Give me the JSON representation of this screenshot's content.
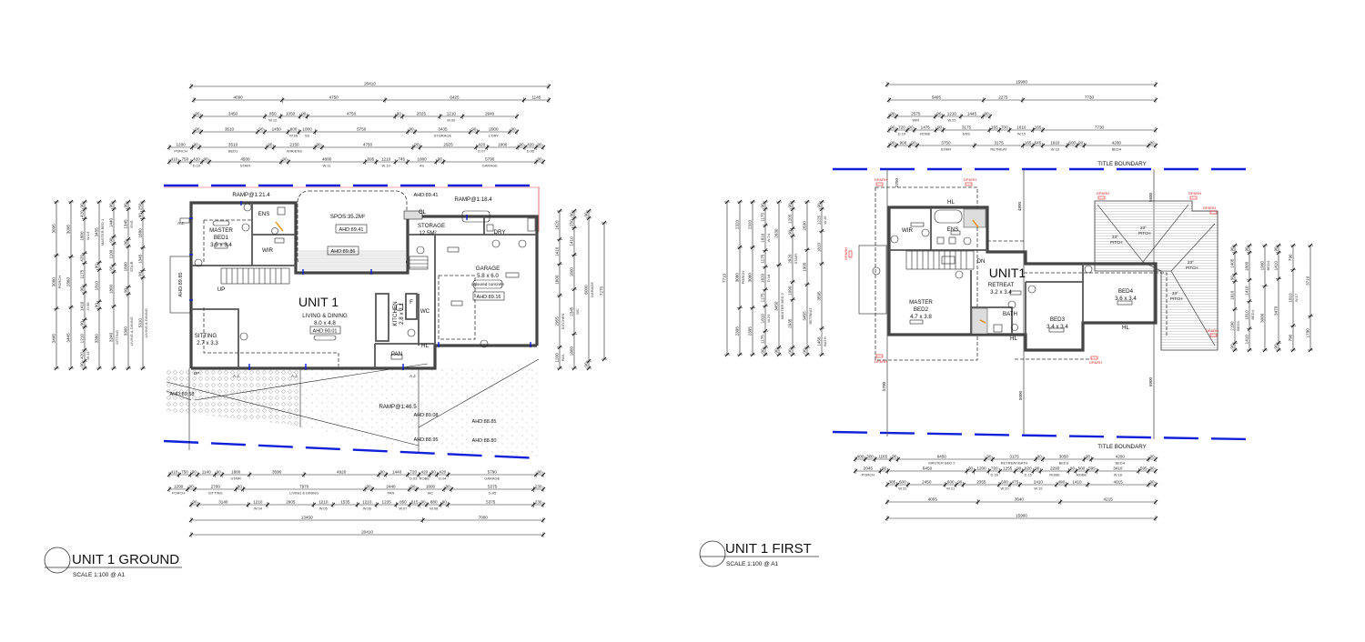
{
  "colors": {
    "boundary": "#1020d8",
    "downpipe": "#e02020",
    "wall": "#444444",
    "arrow": "#f08c00"
  },
  "ground": {
    "title": "UNIT 1 GROUND",
    "scale": "SCALE 1:100 @ A1",
    "unit_label": "UNIT 1",
    "rooms": {
      "master_bed": "MASTER",
      "master_bed2": "BED1",
      "master_bed_size": "3.5 x 3.4",
      "ens": "ENS",
      "wir": "WIR",
      "spos": "SPOS:35.2M²",
      "spos_ahd": "AHD:89.41",
      "spos_ahd2": "AHD:89.86",
      "ramp1": "RAMP@1:21.4",
      "ramp2": "RAMP@1:18.4",
      "ramp3": "RAMP@1:46.5",
      "ahd_top_right": "AHD:89.41",
      "storage": "STORAGE",
      "storage_area": "12.5M²",
      "dry": "DRY",
      "cl": "CL",
      "garage": "GARAGE",
      "garage_size": "5.8 x 6.0",
      "garage_floor": "coloured concrete",
      "garage_ahd": "AHD:89.16",
      "living": "LIVING & DINING",
      "living_size": "8.0 x 4.8",
      "living_ahd": "AHD:90.01",
      "kitchen": "KITCHEN",
      "kitchen_size": "2.8 x 3.1",
      "fridge": "F",
      "wc": "WC",
      "pan": "PAN",
      "hl": "HL",
      "sitting": "SITTING",
      "sitting_size": "2.7 x 3.3",
      "up": "UP",
      "porch_ahd": "AHD:89.85",
      "yard_ahd1": "AHD:89.58",
      "yard_ahd2": "AHD:89.08",
      "yard_ahd3": "AHD:88.95",
      "yard_ahd4": "AHD:88.85",
      "yard_ahd5": "AHD:88.80",
      "aj": "A.J.",
      "dp": "DP"
    },
    "dims_top": [
      [
        [
          "20410",
          ""
        ]
      ],
      [
        [
          "4090",
          ""
        ],
        [
          "4750",
          ""
        ],
        [
          "6425",
          ""
        ],
        [
          "1145",
          ""
        ]
      ],
      [
        [
          "90",
          ""
        ],
        [
          "3450",
          ""
        ],
        [
          "850",
          "W.12"
        ],
        [
          "1050",
          ""
        ],
        [
          "90",
          ""
        ],
        [
          "4750",
          ""
        ],
        [
          "90",
          ""
        ],
        [
          "2025",
          ""
        ],
        [
          "1210",
          "W.09"
        ],
        [
          "2940",
          ""
        ]
      ],
      [
        [
          "90",
          ""
        ],
        [
          "3510",
          ""
        ],
        [
          "90",
          ""
        ],
        [
          "1450",
          ""
        ],
        [
          "600",
          "W.08"
        ],
        [
          "1000",
          "SS"
        ],
        [
          "5750",
          ""
        ],
        [
          "90",
          ""
        ],
        [
          "3435",
          "STORAGE"
        ],
        [
          "90",
          ""
        ],
        [
          "2000",
          "L'DRY"
        ],
        [
          "90",
          ""
        ]
      ],
      [
        [
          "1200",
          "PORCH"
        ],
        [
          "90",
          ""
        ],
        [
          "3510",
          "BED1"
        ],
        [
          "90",
          ""
        ],
        [
          "2150",
          "WIR/ENS"
        ],
        [
          "90",
          ""
        ],
        [
          "4750",
          ""
        ],
        [
          "90",
          ""
        ],
        [
          "2925",
          ""
        ],
        [
          "420",
          "D.07"
        ],
        [
          "1600",
          ""
        ],
        [
          "90",
          ""
        ],
        [
          "420",
          "D.06"
        ],
        [
          "90",
          ""
        ]
      ],
      [
        [
          "410",
          ""
        ],
        [
          "750",
          ""
        ],
        [
          "420",
          "D.10"
        ],
        [
          "90",
          ""
        ],
        [
          "4500",
          "STAIR"
        ],
        [
          "90",
          ""
        ],
        [
          "4800",
          "W.11"
        ],
        [
          "695",
          ""
        ],
        [
          "1210",
          "W.10"
        ],
        [
          "745",
          ""
        ],
        [
          "1800",
          "4S"
        ],
        [
          "90",
          ""
        ],
        [
          "5790",
          "GARAGE"
        ],
        [
          "90",
          ""
        ]
      ]
    ],
    "dims_bottom": [
      [
        [
          "410",
          ""
        ],
        [
          "750",
          ""
        ],
        [
          "90",
          ""
        ],
        [
          "1140",
          ""
        ],
        [
          "90",
          ""
        ],
        [
          "1800",
          "STAIR"
        ],
        [
          "3590",
          ""
        ],
        [
          "4920",
          ""
        ],
        [
          "90",
          ""
        ],
        [
          "1440",
          ""
        ],
        [
          "720",
          "D.03"
        ],
        [
          "420",
          "ROBE"
        ],
        [
          "90",
          ""
        ],
        [
          "420",
          "D.04"
        ],
        [
          "5790",
          "GARAGE"
        ],
        [
          "90",
          ""
        ]
      ],
      [
        [
          "1200",
          "PORCH"
        ],
        [
          "90",
          ""
        ],
        [
          "2700",
          "SITTING"
        ],
        [
          "90",
          ""
        ],
        [
          "7970",
          "LIVING & DINING"
        ],
        [
          "90",
          ""
        ],
        [
          "2440",
          "PAN"
        ],
        [
          "90",
          ""
        ],
        [
          "1800",
          "WC"
        ],
        [
          "90",
          ""
        ],
        [
          "5375",
          "D.05"
        ],
        [
          "230",
          ""
        ]
      ],
      [
        [
          "90",
          ""
        ],
        [
          "3140",
          ""
        ],
        [
          "1210",
          "W.04"
        ],
        [
          "2905",
          ""
        ],
        [
          "1210",
          "W.05"
        ],
        [
          "1535",
          ""
        ],
        [
          "1210",
          "W.06"
        ],
        [
          "1235",
          ""
        ],
        [
          "850",
          "W.07"
        ],
        [
          "615",
          ""
        ],
        [
          "90",
          ""
        ],
        [
          "880",
          "W.08"
        ],
        [
          "90",
          ""
        ],
        [
          "5375",
          ""
        ],
        [
          "230",
          ""
        ]
      ],
      [
        [
          "13450",
          ""
        ],
        [
          "7000",
          ""
        ]
      ],
      [
        [
          "20410",
          ""
        ]
      ]
    ],
    "dims_left": [
      [
        [
          "3095",
          ""
        ],
        [
          "3080",
          "PORCH"
        ],
        [
          "3445",
          ""
        ]
      ],
      [
        [
          "3095",
          ""
        ],
        [
          "2860",
          ""
        ],
        [
          "3445",
          ""
        ]
      ],
      [
        [
          "90",
          ""
        ],
        [
          "420",
          ""
        ],
        [
          "1800",
          "W.14"
        ],
        [
          "420",
          ""
        ],
        [
          "1175",
          ""
        ],
        [
          "90",
          ""
        ],
        [
          "1410",
          "D.09"
        ],
        [
          "90",
          ""
        ],
        [
          "1210",
          ""
        ],
        [
          "420",
          "W.13"
        ],
        [
          "90",
          ""
        ]
      ],
      [
        [
          "3455",
          "MASTER BED 1"
        ],
        [
          "90",
          ""
        ],
        [
          "1810",
          ""
        ],
        [
          "90",
          ""
        ],
        [
          "3380",
          ""
        ]
      ],
      [
        [
          "90",
          ""
        ],
        [
          "1440",
          ""
        ],
        [
          "90",
          ""
        ],
        [
          "1100",
          ""
        ],
        [
          "90",
          ""
        ],
        [
          "1800",
          ""
        ],
        [
          "3240",
          "SITTING"
        ]
      ],
      [
        [
          "90",
          ""
        ],
        [
          "1345",
          "ENS"
        ],
        [
          "90",
          ""
        ],
        [
          "1800",
          "STAIR"
        ],
        [
          "90",
          ""
        ],
        [
          "3300",
          "LIVING & DINING"
        ]
      ],
      [
        [
          "250",
          ""
        ],
        [
          "90",
          ""
        ],
        [
          "1680",
          ""
        ],
        [
          "1345",
          ""
        ],
        [
          "90",
          ""
        ],
        [
          "5310",
          "LIVING & DINING"
        ]
      ]
    ],
    "dims_right": [
      [
        [
          "1620",
          ""
        ],
        [
          "1410",
          ""
        ],
        [
          "1800",
          ""
        ],
        [
          "2955",
          "KITCHEN"
        ],
        [
          "1200",
          "PAN"
        ]
      ],
      [
        [
          "90",
          ""
        ],
        [
          "250",
          ""
        ],
        [
          "1410",
          ""
        ],
        [
          "1800",
          ""
        ],
        [
          "2345",
          "WC"
        ],
        [
          "1800",
          ""
        ]
      ],
      [
        [
          "90",
          ""
        ],
        [
          "6000",
          "GARAGE"
        ],
        [
          "90",
          ""
        ]
      ],
      [
        [
          "7275",
          ""
        ]
      ]
    ]
  },
  "first": {
    "title": "UNIT 1 FIRST",
    "scale": "SCALE 1:100 @ A1",
    "unit_label": "UNIT1",
    "title_boundary": "TITLE BOUNDARY",
    "rooms": {
      "retreat": "RETREAT",
      "retreat_size": "3.2 x 3.4",
      "master": "MASTER",
      "master2": "BED2",
      "master_size": "4.7 x 3.8",
      "wir": "WIR",
      "ens": "ENS",
      "bath": "BATH",
      "bed3": "BED3",
      "bed3_size": "3.4 x 3.4",
      "bed4": "BED4",
      "bed4_size": "3.6 x 3.4",
      "dn": "DN",
      "hl": "HL",
      "pitch_deg": "23°",
      "pitch": "PITCH",
      "dp": "DP&RH"
    },
    "setbacks": {
      "top_left": "2750",
      "top_mid": "4800",
      "top_right": "5600",
      "bot_left": "5700",
      "bot_mid": "5000",
      "bot_right": "6900"
    },
    "dims_top": [
      [
        [
          "15900",
          ""
        ]
      ],
      [
        [
          "5495",
          ""
        ],
        [
          "2275",
          ""
        ],
        [
          "7730",
          ""
        ]
      ],
      [
        [
          "90",
          ""
        ],
        [
          "2575",
          "WIR"
        ],
        [
          "90",
          ""
        ],
        [
          "1210",
          "W.25"
        ],
        [
          "1445",
          ""
        ],
        [
          "90",
          ""
        ]
      ],
      [
        [
          "90",
          ""
        ],
        [
          "720",
          "D.19"
        ],
        [
          "90",
          ""
        ],
        [
          "1475",
          "ROBE"
        ],
        [
          "90",
          ""
        ],
        [
          "3175",
          "ENS"
        ],
        [
          "165",
          ""
        ],
        [
          "700",
          ""
        ],
        [
          "1610",
          "W.15"
        ],
        [
          "165",
          ""
        ],
        [
          "7730",
          ""
        ]
      ],
      [
        [
          "90",
          ""
        ],
        [
          "900",
          ""
        ],
        [
          "90",
          ""
        ],
        [
          "3750",
          "STAIR"
        ],
        [
          "3175",
          "RETREAT"
        ],
        [
          "165",
          ""
        ],
        [
          "645",
          ""
        ],
        [
          "1610",
          "W.16"
        ],
        [
          "600",
          ""
        ],
        [
          "90",
          ""
        ],
        [
          "4200",
          "BED4"
        ],
        [
          "90",
          ""
        ]
      ]
    ],
    "dims_bottom": [
      [
        [
          "400",
          ""
        ],
        [
          "300",
          ""
        ],
        [
          "1165",
          ""
        ],
        [
          "90",
          ""
        ],
        [
          "6450",
          "MASTER BED 2"
        ],
        [
          "90",
          ""
        ],
        [
          "3175",
          "RETREAT/BATH"
        ],
        [
          "90",
          ""
        ],
        [
          "3050",
          "BED3"
        ],
        [
          "90",
          ""
        ],
        [
          "4200",
          "BED4"
        ],
        [
          "90",
          ""
        ]
      ],
      [
        [
          "2045",
          "PORCH"
        ],
        [
          "90",
          ""
        ],
        [
          "6450",
          ""
        ],
        [
          "90",
          ""
        ],
        [
          "1200",
          ""
        ],
        [
          "720",
          "D.16"
        ],
        [
          "1255",
          ""
        ],
        [
          "90",
          ""
        ],
        [
          "820",
          "D.15"
        ],
        [
          "90",
          ""
        ],
        [
          "2290",
          "ROBE"
        ],
        [
          "90",
          ""
        ],
        [
          "600",
          "ROBE"
        ],
        [
          "595",
          ""
        ],
        [
          "3410",
          "W.18"
        ],
        [
          "595",
          ""
        ],
        [
          "90",
          ""
        ]
      ],
      [
        [
          "385",
          ""
        ],
        [
          "600",
          "W.22"
        ],
        [
          "2450",
          ""
        ],
        [
          "600",
          "W.21"
        ],
        [
          "90",
          ""
        ],
        [
          "2355",
          ""
        ],
        [
          "600",
          "W.20"
        ],
        [
          "475",
          ""
        ],
        [
          "2410",
          "W.19"
        ],
        [
          "490",
          ""
        ],
        [
          "1410",
          ""
        ],
        [
          "4015",
          ""
        ],
        [
          "90",
          ""
        ]
      ],
      [
        [
          "4005",
          ""
        ],
        [
          "3640",
          ""
        ],
        [
          "4215",
          ""
        ]
      ],
      [
        [
          "15900",
          ""
        ]
      ]
    ],
    "dims_left": [
      [
        [
          "7710",
          ""
        ]
      ],
      [
        [
          "2320",
          ""
        ],
        [
          "3080",
          "PORCH"
        ],
        [
          "2395",
          ""
        ]
      ],
      [
        [
          "2320",
          ""
        ],
        [
          "3080",
          ""
        ],
        [
          "2395",
          ""
        ]
      ],
      [
        [
          "90",
          ""
        ],
        [
          "1175",
          ""
        ],
        [
          "1810",
          "W.24"
        ],
        [
          "1175",
          ""
        ],
        [
          "1620",
          "D.18"
        ],
        [
          "1175",
          ""
        ],
        [
          "1810",
          "W.23"
        ],
        [
          "1175",
          ""
        ],
        [
          "90",
          ""
        ]
      ],
      [
        [
          "2630",
          ""
        ],
        [
          "3450",
          "MASTER BED 2"
        ],
        [
          "90",
          ""
        ]
      ],
      [
        [
          "90",
          ""
        ],
        [
          "1205",
          ""
        ],
        [
          "90",
          ""
        ],
        [
          "2820",
          "STAIR"
        ],
        [
          "1090",
          ""
        ],
        [
          "2935",
          ""
        ],
        [
          "90",
          ""
        ]
      ],
      [
        [
          "2630",
          ""
        ],
        [
          "1905",
          ""
        ],
        [
          "3455",
          "RETREAT"
        ],
        [
          "90",
          ""
        ]
      ],
      [
        [
          "90",
          ""
        ],
        [
          "1225",
          "W.26"
        ],
        [
          "1810",
          ""
        ],
        [
          "3595",
          ""
        ],
        [
          "1458",
          "BATH"
        ]
      ]
    ],
    "dims_right": [
      [
        [
          "90",
          ""
        ],
        [
          "1405",
          ""
        ],
        [
          "90",
          ""
        ],
        [
          "1810",
          ""
        ],
        [
          "2190",
          "BED3"
        ],
        [
          "90",
          ""
        ]
      ],
      [
        [
          "90",
          ""
        ],
        [
          "1800",
          ""
        ],
        [
          "1410",
          ""
        ],
        [
          "1810",
          "BED4"
        ],
        [
          "1410",
          ""
        ]
      ],
      [
        [
          "1900",
          "BED4"
        ],
        [
          "3000",
          ""
        ]
      ],
      [
        [
          "90",
          ""
        ],
        [
          "1410",
          ""
        ],
        [
          "3470",
          ""
        ],
        [
          "90",
          ""
        ]
      ],
      [
        [
          "790",
          ""
        ],
        [
          "1810",
          "W.17"
        ],
        [
          "790",
          ""
        ]
      ],
      [
        [
          "3710",
          ""
        ],
        [
          "1790",
          ""
        ]
      ]
    ]
  }
}
